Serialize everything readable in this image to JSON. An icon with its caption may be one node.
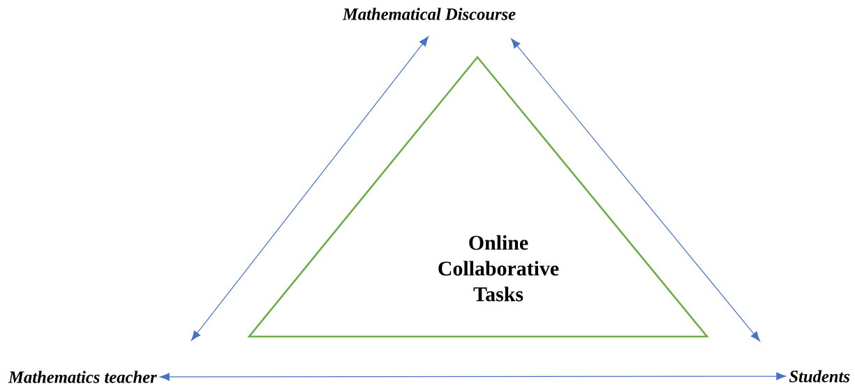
{
  "diagram": {
    "nodes": [
      {
        "text": [
          "Mathematical Discourse"
        ]
      },
      {
        "text": [
          "Mathematics teacher"
        ]
      },
      {
        "text": [
          "Students"
        ]
      },
      {
        "text": [
          "Online Collaborative Tasks"
        ]
      }
    ],
    "edges": [
      {
        "from": 0,
        "to": 1,
        "arrow": "both"
      },
      {
        "from": 0,
        "to": 2,
        "arrow": "both"
      },
      {
        "from": 1,
        "to": 2,
        "arrow": "both"
      }
    ]
  }
}
